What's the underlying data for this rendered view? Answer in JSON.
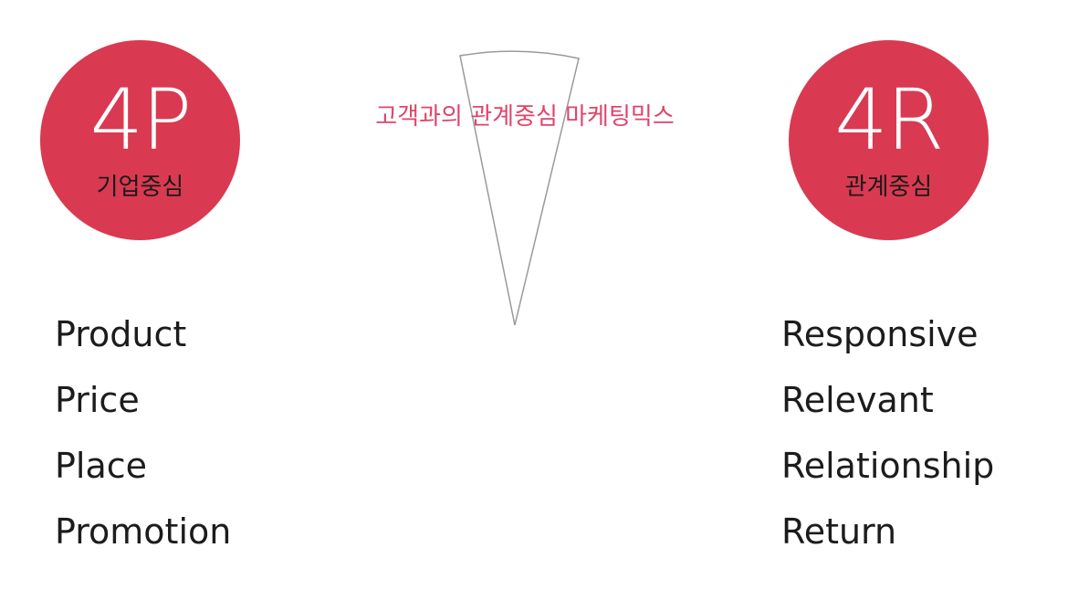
{
  "left": {
    "badge": "4P",
    "badge_sub": "기업중심",
    "items": [
      "Product",
      "Price",
      "Place",
      "Promotion"
    ]
  },
  "right": {
    "badge": "4R",
    "badge_sub": "관계중심",
    "items": [
      "Responsive",
      "Relevant",
      "Relationship",
      "Return"
    ]
  },
  "center": {
    "label": "고객과의 관계중심 마케팅믹스"
  },
  "colors": {
    "badge": "#d93a51",
    "center_text": "#e0446a",
    "cone_stroke": "#9a9a9a",
    "body_text": "#1c1c1c"
  }
}
